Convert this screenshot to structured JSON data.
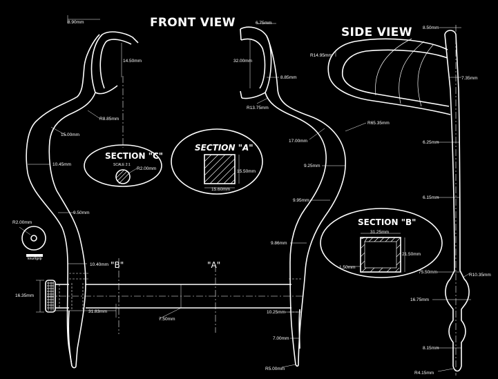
{
  "views": {
    "front": "FRONT VIEW",
    "side": "SIDE VIEW"
  },
  "sections": {
    "a": "SECTION \"A\"",
    "b": "SECTION \"B\"",
    "c": "SECTION \"C\"",
    "c_scale": "SCALE 2:1"
  },
  "cut_marks": {
    "a": "\"A\"",
    "b": "\"B\""
  },
  "dimensions": {
    "left": {
      "top_width": "8.90mm",
      "height_14": "14.50mm",
      "r8": "R8.85mm",
      "w15": "15.00mm",
      "w10": "10.45mm",
      "w9": "9.50mm",
      "w10_40": "10.40mm",
      "w31": "31.83mm",
      "h16": "16.35mm",
      "r2": "R2.00mm",
      "knob_label": "knurl/grip",
      "w7_50": "7.50mm"
    },
    "right": {
      "top_width": "6.75mm",
      "h32": "32.00mm",
      "w8_85": "8.85mm",
      "r13": "R13.75mm",
      "w17": "17.00mm",
      "r65": "R65.35mm",
      "w9_25": "9.25mm",
      "w9_95": "9.95mm",
      "w9_86": "9.86mm",
      "w10_25": "10.25mm",
      "w7": "7.00mm",
      "r5": "R5.00mm"
    },
    "section_a": {
      "height": "15.50mm",
      "width": "15.60mm"
    },
    "section_c": {
      "radius": "R2.00mm"
    },
    "section_b": {
      "width": "31.25mm",
      "height": "21.50mm",
      "wall": "1.50mm"
    },
    "side": {
      "top": "8.50mm",
      "r14": "R14.95mm",
      "l7_35": "7.35mm",
      "l6_25": "6.25mm",
      "l6_15": "6.15mm",
      "l75": "75.50mm",
      "r10": "R10.35mm",
      "l16": "16.75mm",
      "l8_15": "8.15mm",
      "r4": "R4.15mm"
    }
  }
}
